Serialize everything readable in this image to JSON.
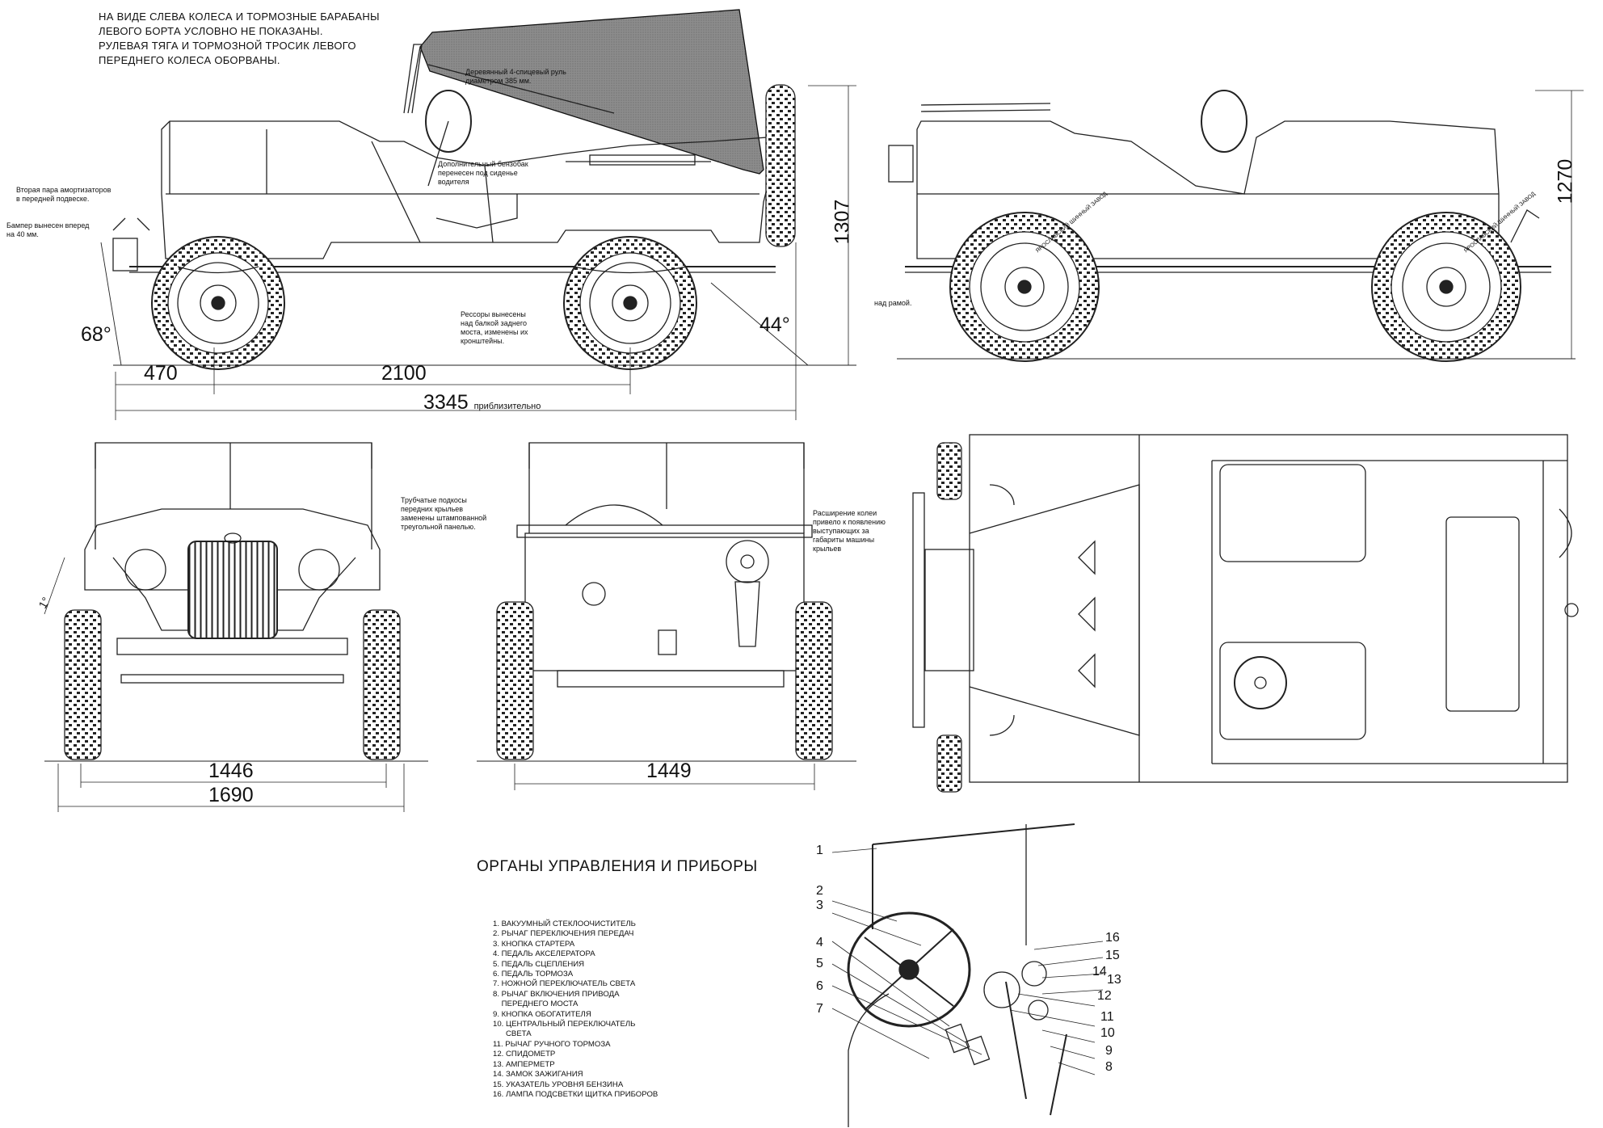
{
  "top_note": [
    "НА ВИДЕ СЛЕВА КОЛЕСА И ТОРМОЗНЫЕ БАРАБАНЫ",
    "ЛЕВОГО БОРТА УСЛОВНО НЕ ПОКАЗАНЫ.",
    "РУЛЕВАЯ ТЯГА И ТОРМОЗНОЙ ТРОСИК ЛЕВОГО",
    "ПЕРЕДНЕГО КОЛЕСА ОБОРВАНЫ."
  ],
  "annotations": {
    "wheel": [
      "Деревянный 4-спицевый руль",
      "диаметром 385 мм."
    ],
    "tank": [
      "Дополнительный бензобак",
      "перенесен под сиденье",
      "водителя"
    ],
    "shock": [
      "Вторая пара амортизаторов",
      "в передней подвеске."
    ],
    "bumper": [
      "Бампер вынесен вперед",
      "на 40 мм."
    ],
    "springs": [
      "Рессоры вынесены",
      "над балкой заднего",
      "моста, изменены их",
      "кронштейны."
    ],
    "frame": [
      "над рамой."
    ],
    "fender_tubes": [
      "Трубчатые подкосы",
      "передних крыльев",
      "заменены штампованной",
      "треугольной панелью."
    ],
    "track": [
      "Расширение колеи",
      "привело к появлению",
      "выступающих за",
      "габариты машины",
      "крыльев"
    ]
  },
  "dimensions": {
    "overhang": "470",
    "wheelbase": "2100",
    "length": "3345",
    "length_note": "приблизительно",
    "height_side": "1307",
    "height_right": "1270",
    "approach_angle": "68°",
    "departure_angle": "44°",
    "track_front": "1446",
    "track_rear": "1449",
    "width": "1690",
    "camber": "1°"
  },
  "tire_text": "ЯРОСЛАВСКИЙ ШИННЫЙ ЗАВОД",
  "controls_title": "ОРГАНЫ УПРАВЛЕНИЯ И ПРИБОРЫ",
  "legend": [
    "1. ВАКУУМНЫЙ СТЕКЛООЧИСТИТЕЛЬ",
    "2. РЫЧАГ ПЕРЕКЛЮЧЕНИЯ ПЕРЕДАЧ",
    "3. КНОПКА СТАРТЕРА",
    "4. ПЕДАЛЬ АКСЕЛЕРАТОРА",
    "5. ПЕДАЛЬ СЦЕПЛЕНИЯ",
    "6. ПЕДАЛЬ ТОРМОЗА",
    "7. НОЖНОЙ ПЕРЕКЛЮЧАТЕЛЬ СВЕТА",
    "8. РЫЧАГ ВКЛЮЧЕНИЯ ПРИВОДА",
    "    ПЕРЕДНЕГО МОСТА",
    "9. КНОПКА ОБОГАТИТЕЛЯ",
    "10. ЦЕНТРАЛЬНЫЙ ПЕРЕКЛЮЧАТЕЛЬ",
    "      СВЕТА",
    "11. РЫЧАГ РУЧНОГО ТОРМОЗА",
    "12. СПИДОМЕТР",
    "13. АМПЕРМЕТР",
    "14. ЗАМОК ЗАЖИГАНИЯ",
    "15. УКАЗАТЕЛЬ УРОВНЯ БЕНЗИНА",
    "16. ЛАМПА ПОДСВЕТКИ ЩИТКА ПРИБОРОВ"
  ],
  "callouts_left": [
    "1",
    "2",
    "3",
    "4",
    "5",
    "6",
    "7"
  ],
  "callouts_right": [
    "16",
    "15",
    "14",
    "13",
    "12",
    "11",
    "10",
    "9",
    "8"
  ]
}
